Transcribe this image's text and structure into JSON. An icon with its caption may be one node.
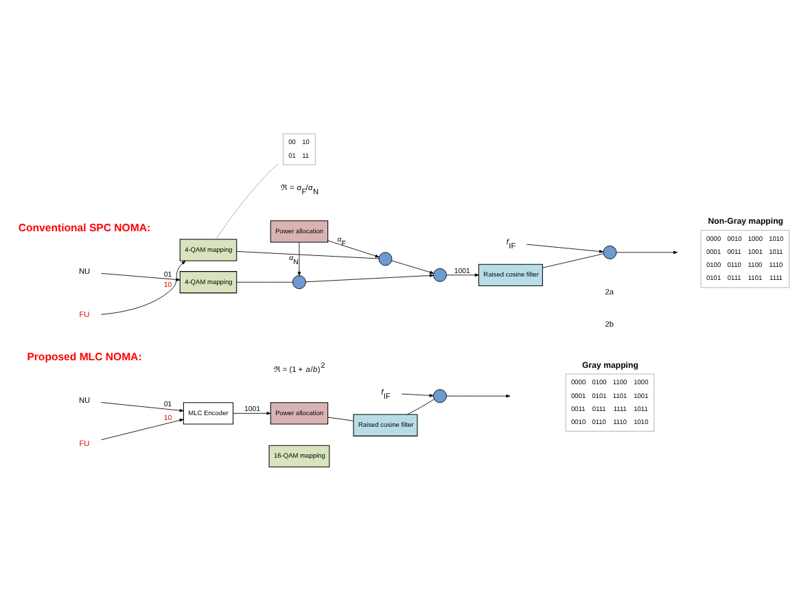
{
  "diagram": {
    "nodes": [
      {
        "text": [
          "NU"
        ]
      },
      {
        "text": [
          "FU"
        ]
      },
      {
        "text": [
          "4-QAM mapping"
        ]
      },
      {
        "text": [
          "4-QAM mapping"
        ]
      },
      {
        "text": [
          "Power allocation"
        ]
      },
      {
        "text": [],
        "shape": "circle"
      },
      {
        "text": [],
        "shape": "circle"
      },
      {
        "text": [],
        "shape": "circle"
      },
      {
        "text": [
          "Raised cosine filter"
        ]
      },
      {
        "text": [],
        "shape": "circle"
      },
      {
        "text": [
          "*f*$_{IF}$"
        ]
      },
      {
        "text": [
          "00",
          "10",
          "01",
          "11"
        ]
      },
      {
        "text": [
          "Non-Gray mapping",
          "0000",
          "0010",
          "1000",
          "1010",
          "0001",
          "0011",
          "1001",
          "1011",
          "0100",
          "0110",
          "1100",
          "1110",
          "0101",
          "0111",
          "1101",
          "1111"
        ]
      },
      {
        "text": [
          "NU"
        ]
      },
      {
        "text": [
          "FU"
        ]
      },
      {
        "text": [
          "MLC Encoder"
        ]
      },
      {
        "text": [
          "Power allocation"
        ]
      },
      {
        "text": [
          "16-QAM mapping"
        ]
      },
      {
        "text": [
          "Raised cosine filter"
        ]
      },
      {
        "text": [],
        "shape": "circle"
      },
      {
        "text": [
          "*f*$_{IF}$"
        ]
      },
      {
        "text": [
          "Gray mapping",
          "0000",
          "0100",
          "1100",
          "1000",
          "0001",
          "0101",
          "1101",
          "1001",
          "0011",
          "0111",
          "1111",
          "1011",
          "0010",
          "0110",
          "1110",
          "1010"
        ]
      }
    ],
    "edges": [
      {
        "from": 0,
        "to": 2,
        "arrow": "to",
        "label": "01"
      },
      {
        "from": 1,
        "to": 3,
        "arrow": "to",
        "label": "10"
      },
      {
        "from": 2,
        "to": 5,
        "arrow": "none"
      },
      {
        "from": 3,
        "to": 6,
        "arrow": "none"
      },
      {
        "from": 4,
        "to": 5,
        "arrow": "to",
        "label": "*α*$_{N}$"
      },
      {
        "from": 4,
        "to": 6,
        "arrow": "to",
        "label": "*α*$_{F}$"
      },
      {
        "from": 5,
        "to": 7,
        "arrow": "to"
      },
      {
        "from": 6,
        "to": 7,
        "arrow": "to"
      },
      {
        "from": 7,
        "to": 8,
        "arrow": "to",
        "label": "1001"
      },
      {
        "from": 8,
        "to": 9,
        "arrow": "none"
      },
      {
        "from": 10,
        "to": 9,
        "arrow": "to"
      },
      {
        "from": 9,
        "to": null,
        "arrow": "to"
      },
      {
        "from": 3,
        "to": 11,
        "arrow": "none",
        "color": "#a6a6a6"
      },
      {
        "from": 13,
        "to": 15,
        "arrow": "to",
        "label": "01"
      },
      {
        "from": 14,
        "to": 15,
        "arrow": "to",
        "label": "10"
      },
      {
        "from": 15,
        "to": 16,
        "arrow": "to",
        "label": "1001"
      },
      {
        "from": 16,
        "to": 18,
        "arrow": "none"
      },
      {
        "from": 18,
        "to": 19,
        "arrow": "none"
      },
      {
        "from": 20,
        "to": 19,
        "arrow": "to"
      },
      {
        "from": 19,
        "to": null,
        "arrow": "to"
      }
    ],
    "labels": [
      "Conventional SPC NOMA:",
      "ℜ = *α*$_{F}$/*α*$_{N}$",
      "Proposed MLC NOMA:",
      "ℜ = (1 + *a*/*b*)$^{2}$",
      "2a",
      "2b"
    ]
  }
}
